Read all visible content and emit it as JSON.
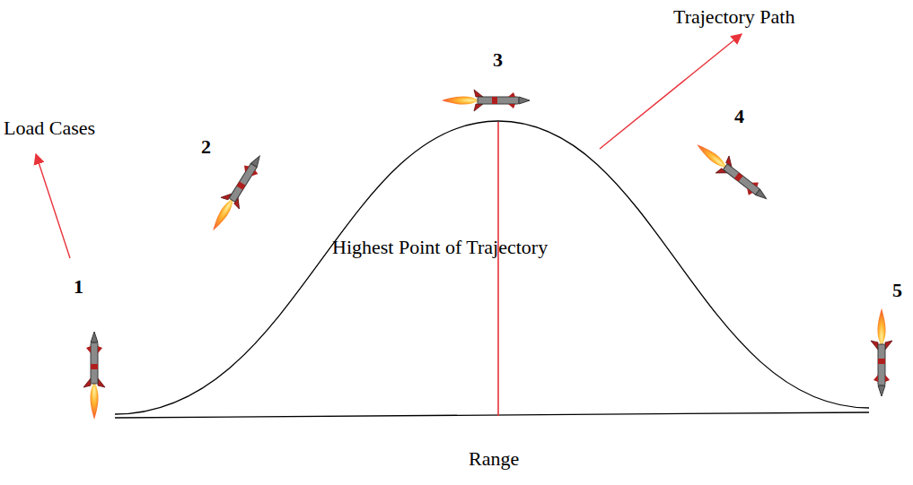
{
  "diagram": {
    "labels": [
      "Trajectory Path",
      "3",
      "Load Cases",
      "2",
      "4",
      "Highest Point of Trajectory",
      "1",
      "5",
      "Range"
    ]
  }
}
